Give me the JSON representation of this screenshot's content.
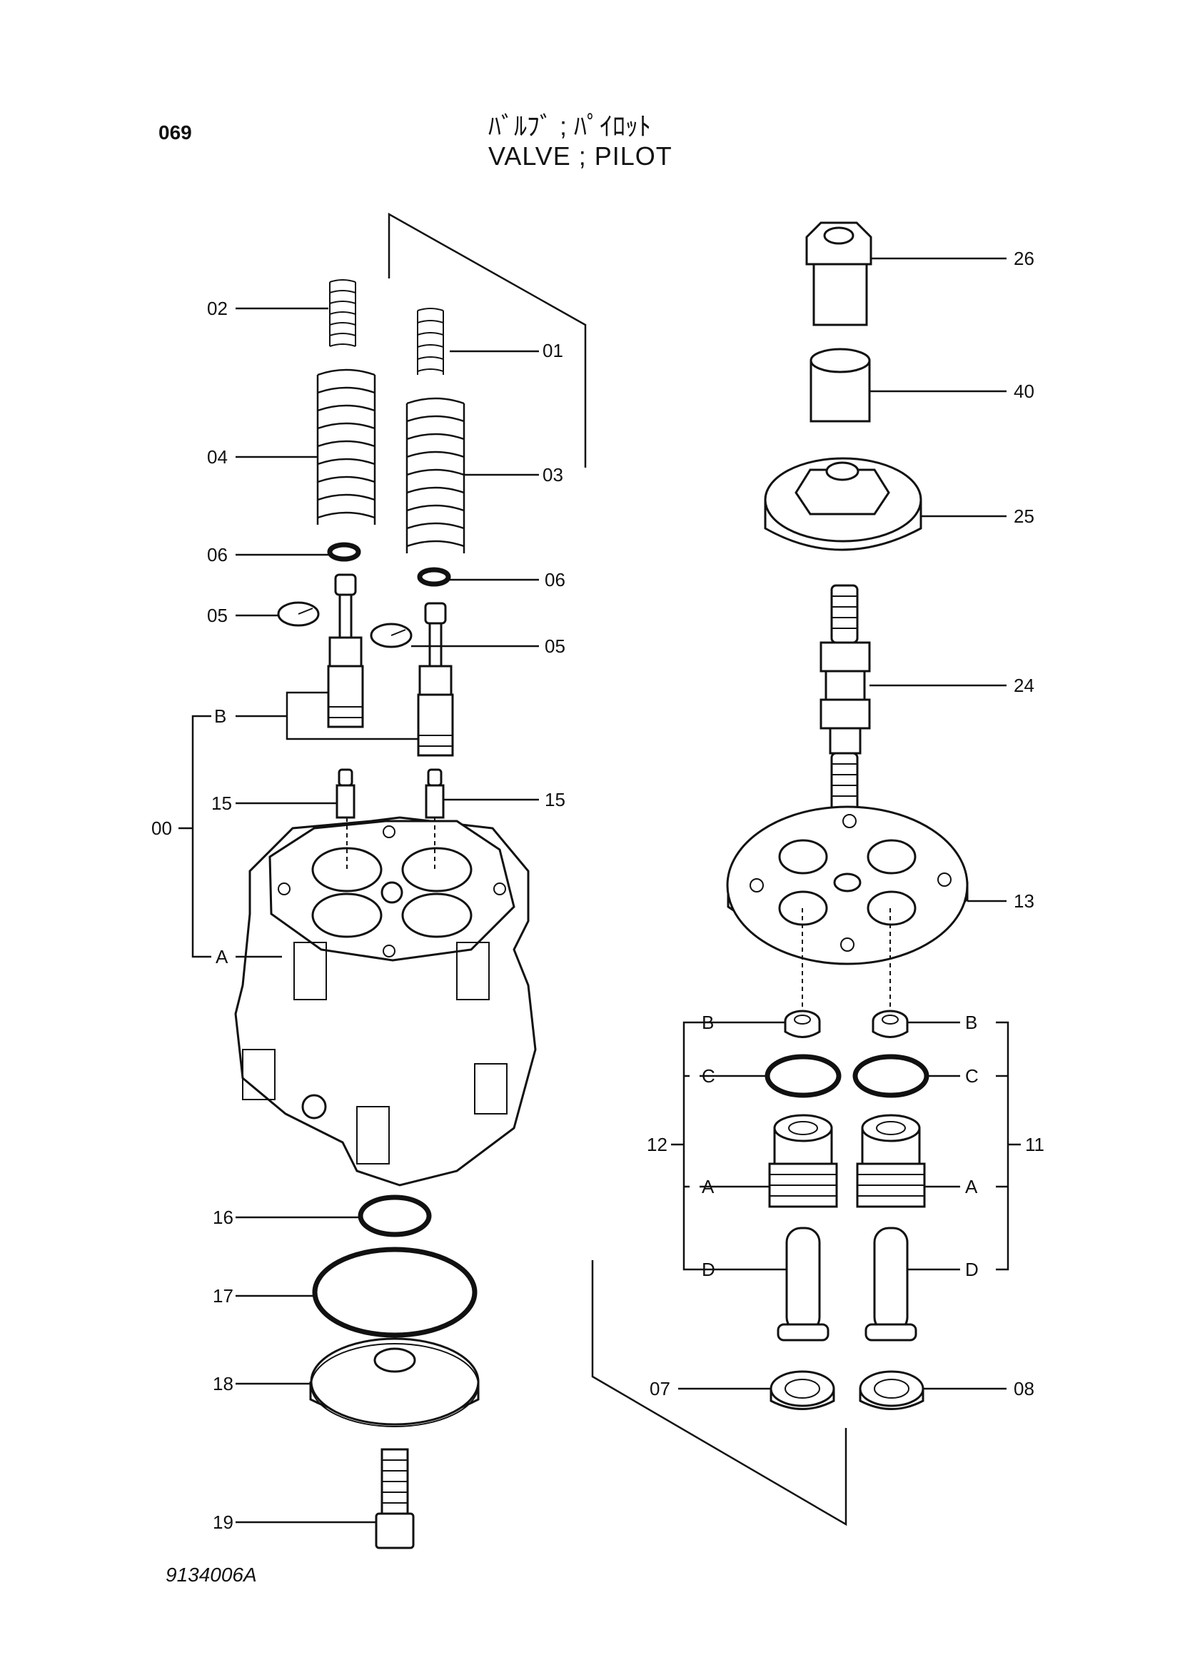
{
  "header": {
    "page_number": "069",
    "title_jp": "ﾊﾞﾙﾌﾞ ; ﾊﾟｲﾛｯﾄ",
    "title_en": "VALVE ; PILOT"
  },
  "footer": {
    "doc_code": "9134006A"
  },
  "callouts": {
    "p00": "00",
    "p01": "01",
    "p02": "02",
    "p03": "03",
    "p04": "04",
    "p05a": "05",
    "p05b": "05",
    "p06a": "06",
    "p06b": "06",
    "p07": "07",
    "p08": "08",
    "p11": "11",
    "p12": "12",
    "p13": "13",
    "p15a": "15",
    "p15b": "15",
    "p16": "16",
    "p17": "17",
    "p18": "18",
    "p19": "19",
    "p24": "24",
    "p25": "25",
    "p26": "26",
    "p40": "40",
    "subB1": "B",
    "subA1": "A",
    "subB_left": "B",
    "subC_left": "C",
    "subA_left": "A",
    "subD_left": "D",
    "subB_right": "B",
    "subC_right": "C",
    "subA_right": "A",
    "subD_right": "D"
  }
}
